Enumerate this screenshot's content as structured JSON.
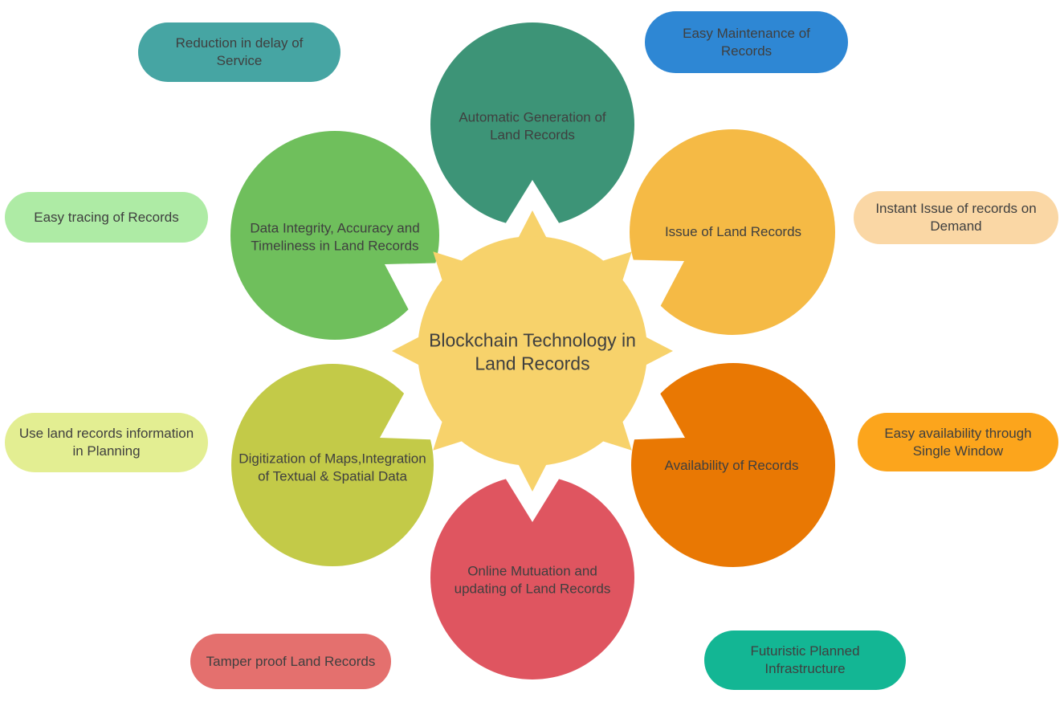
{
  "center": {
    "label": "Blockchain Technology in Land Records",
    "color": "#f7d26b"
  },
  "circles": [
    {
      "id": "automatic-generation",
      "label": "Automatic Generation of Land Records",
      "color": "#3d9477"
    },
    {
      "id": "data-integrity",
      "label": "Data Integrity, Accuracy and Timeliness in Land Records",
      "color": "#6fbf5c"
    },
    {
      "id": "issue-of-land-records",
      "label": "Issue of Land Records",
      "color": "#f5ba45"
    },
    {
      "id": "digitization-of-maps",
      "label": "Digitization of Maps,Integration of Textual & Spatial Data",
      "color": "#c3ca48"
    },
    {
      "id": "availability-of-records",
      "label": "Availability of Records",
      "color": "#e97803"
    },
    {
      "id": "online-mutation",
      "label": "Online Mutuation and updating of Land Records",
      "color": "#df5560"
    }
  ],
  "pills": [
    {
      "id": "reduction-in-delay",
      "label": "Reduction in delay of Service",
      "color": "#46a5a3"
    },
    {
      "id": "easy-maintenance",
      "label": "Easy Maintenance of Records",
      "color": "#2e87d4"
    },
    {
      "id": "easy-tracing",
      "label": "Easy tracing of Records",
      "color": "#aeeba5"
    },
    {
      "id": "instant-issue",
      "label": "Instant Issue of records on Demand",
      "color": "#fad7a5"
    },
    {
      "id": "use-land-records",
      "label": "Use land records information in Planning",
      "color": "#e3ee92"
    },
    {
      "id": "easy-availability",
      "label": "Easy availability through Single Window",
      "color": "#fca51c"
    },
    {
      "id": "tamper-proof",
      "label": "Tamper proof Land Records",
      "color": "#e4706e"
    },
    {
      "id": "futuristic-infrastructure",
      "label": "Futuristic Planned Infrastructure",
      "color": "#13b694"
    }
  ],
  "text_color": "#3f3f3f"
}
